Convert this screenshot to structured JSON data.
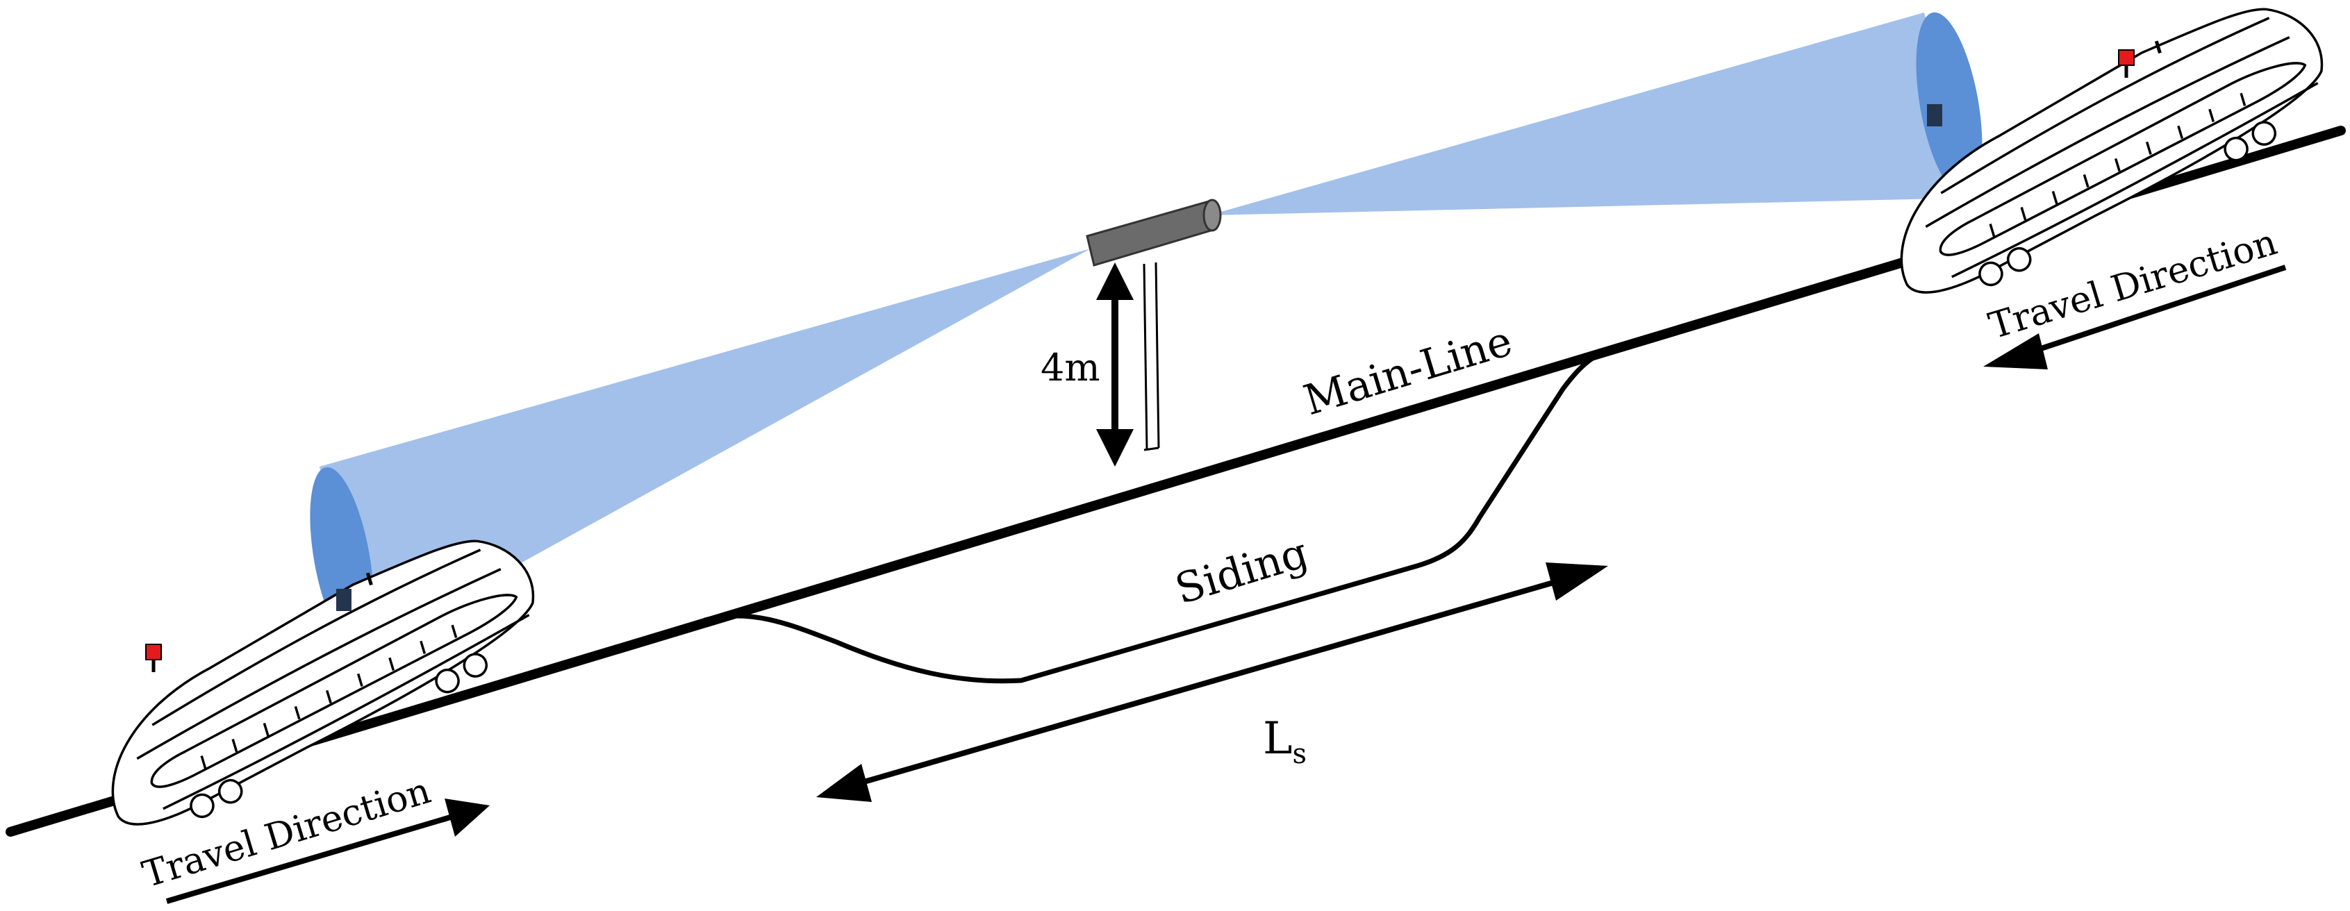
{
  "labels": {
    "height": "4m",
    "main_line": "Main-Line",
    "siding": "Siding",
    "siding_length_main": "L",
    "siding_length_sub": "s",
    "travel_left": "Travel Direction",
    "travel_right": "Travel Direction"
  },
  "colors": {
    "beam_fill": "#9dbde9",
    "beam_end": "#5b8fd6",
    "lidar_body": "#6b6b6b",
    "beacon": "#e41a1c",
    "track": "#000000"
  }
}
